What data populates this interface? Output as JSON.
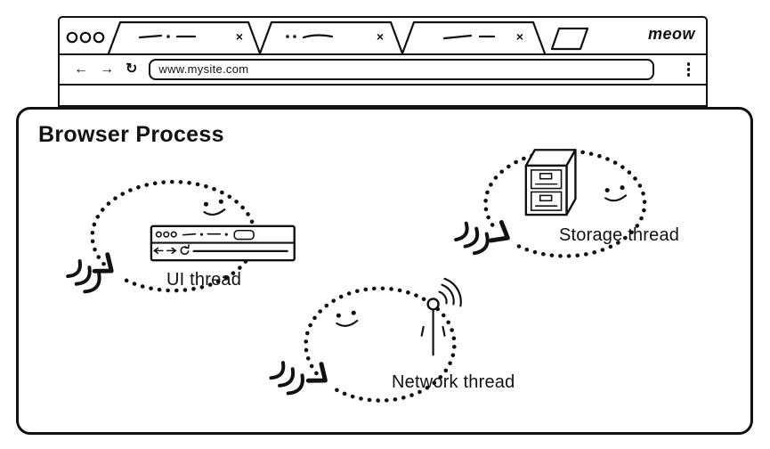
{
  "colors": {
    "ink": "#111111",
    "paper": "#ffffff"
  },
  "browser_window": {
    "brand": "meow",
    "tabs": [
      {
        "close": "×"
      },
      {
        "close": "×"
      },
      {
        "close": "×"
      }
    ],
    "toolbar": {
      "back": "←",
      "forward": "→",
      "reload": "↻",
      "url": "www.mysite.com"
    },
    "icons": {
      "window_controls": "three-outline-dots",
      "new_tab": "slanted-blank-tab",
      "menu": "kebab-dots-icon"
    }
  },
  "process_box": {
    "title": "Browser Process",
    "threads": [
      {
        "id": "ui",
        "label": "UI thread",
        "icon": "mini-browser-icon"
      },
      {
        "id": "storage",
        "label": "Storage thread",
        "icon": "file-cabinet-icon"
      },
      {
        "id": "network",
        "label": "Network thread",
        "icon": "antenna-icon"
      }
    ]
  }
}
